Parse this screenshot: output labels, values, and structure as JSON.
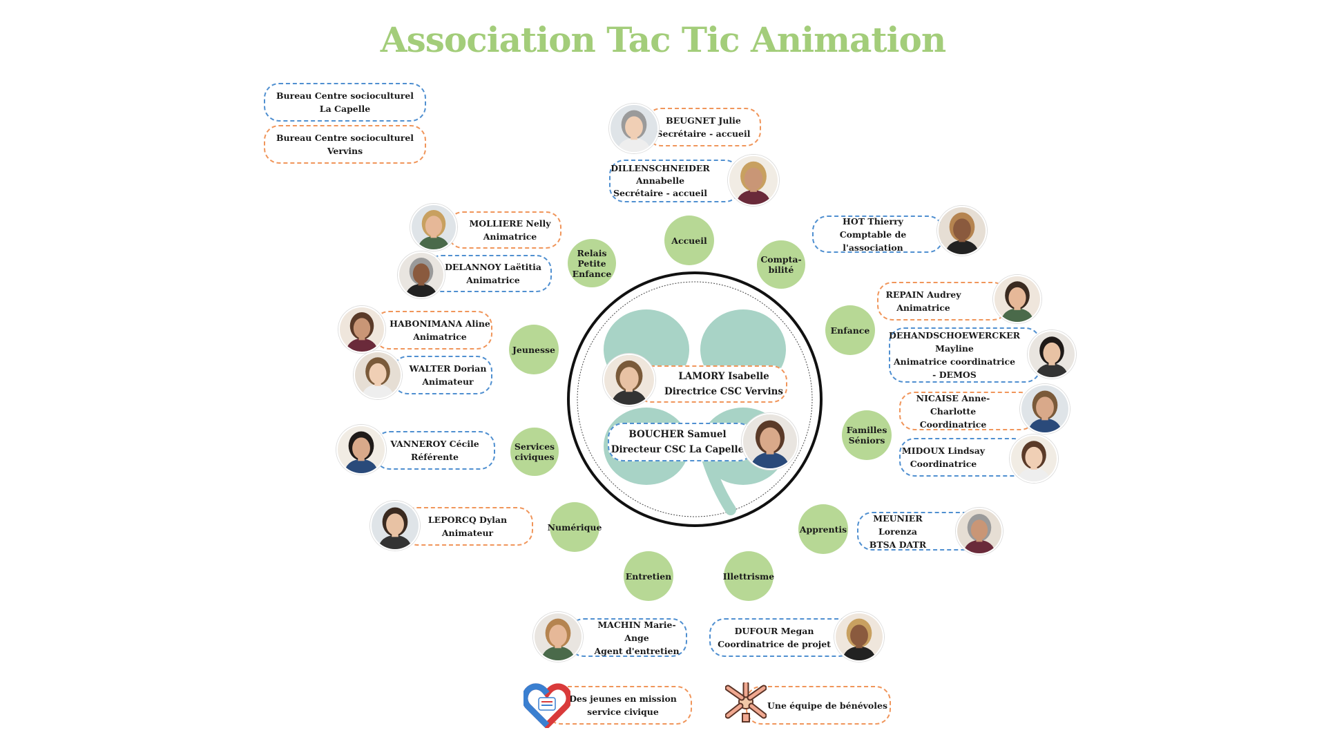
{
  "title": "Association Tac Tic Animation",
  "colors": {
    "title": "#a3cd7a",
    "category_fill": "#b7d895",
    "orange": "#f0955a",
    "blue": "#4f8fd0",
    "clover": "#a8d3c6"
  },
  "legend": [
    {
      "text": "Bureau Centre socioculturel\nLa Capelle",
      "color": "blue"
    },
    {
      "text": "Bureau Centre socioculturel\nVervins",
      "color": "orange"
    }
  ],
  "categories": [
    "Accueil",
    "Compta-\nbilité",
    "Enfance",
    "Familles\nSéniors",
    "Apprentis",
    "Illettrisme",
    "Entretien",
    "Numérique",
    "Services\nciviques",
    "Jeunesse",
    "Relais\nPetite\nEnfance"
  ],
  "directors": [
    {
      "text": "LAMORY Isabelle\nDirectrice CSC Vervins",
      "color": "orange"
    },
    {
      "text": "BOUCHER Samuel\nDirecteur CSC La Capelle",
      "color": "blue"
    }
  ],
  "staff": [
    {
      "text": "BEUGNET Julie\nSecrétaire - accueil",
      "color": "orange"
    },
    {
      "text": "DILLENSCHNEIDER\nAnnabelle\nSecrétaire - accueil",
      "color": "blue"
    },
    {
      "text": "HOT Thierry\nComptable de l'association",
      "color": "blue"
    },
    {
      "text": "REPAIN Audrey\nAnimatrice",
      "color": "orange"
    },
    {
      "text": "DEHANDSCHOEWERCKER\nMayline\nAnimatrice coordinatrice\n- DEMOS",
      "color": "blue"
    },
    {
      "text": "NICAISE Anne-Charlotte\nCoordinatrice",
      "color": "orange"
    },
    {
      "text": "MIDOUX Lindsay\nCoordinatrice",
      "color": "blue"
    },
    {
      "text": "MEUNIER Lorenza\nBTSA DATR",
      "color": "blue"
    },
    {
      "text": "DUFOUR Megan\nCoordinatrice de projet",
      "color": "blue"
    },
    {
      "text": "MACHIN Marie-Ange\nAgent d'entretien",
      "color": "blue"
    },
    {
      "text": "LEPORCQ Dylan\nAnimateur",
      "color": "orange"
    },
    {
      "text": "VANNEROY Cécile\nRéférente",
      "color": "blue"
    },
    {
      "text": "WALTER Dorian\nAnimateur",
      "color": "blue"
    },
    {
      "text": "HABONIMANA Aline\nAnimatrice",
      "color": "orange"
    },
    {
      "text": "DELANNOY Laëtitia\nAnimatrice",
      "color": "blue"
    },
    {
      "text": "MOLLIERE Nelly\nAnimatrice",
      "color": "orange"
    }
  ],
  "footer": [
    {
      "text": "Des  jeunes en mission\nservice civique",
      "color": "orange",
      "icon": "service-civique-logo-icon"
    },
    {
      "text": "Une équipe de bénévoles",
      "color": "orange",
      "icon": "joined-hands-icon"
    }
  ]
}
